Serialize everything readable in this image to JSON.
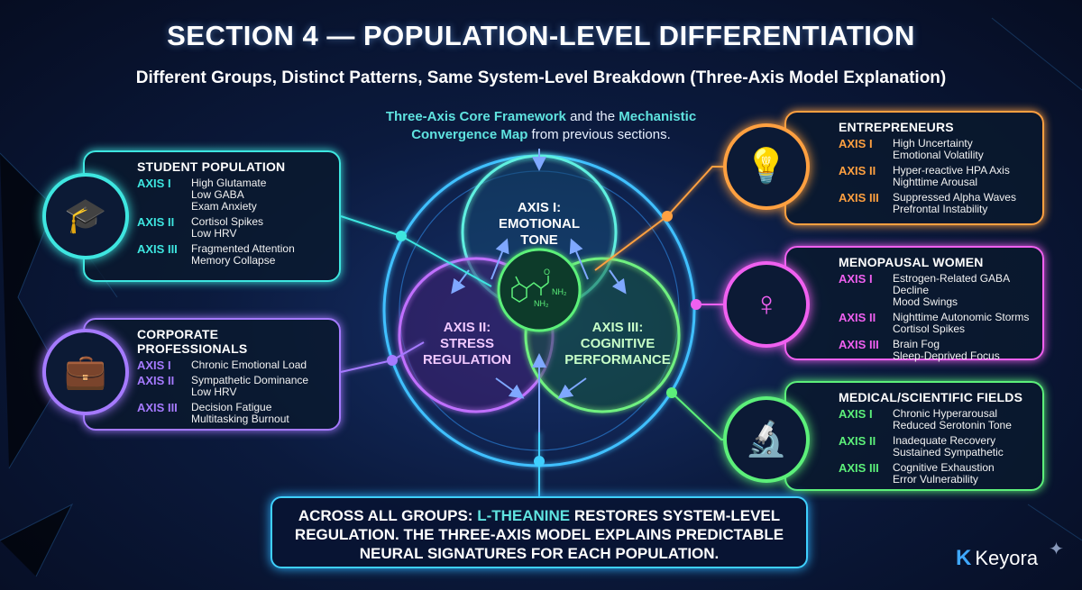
{
  "header": {
    "title": "SECTION 4 — POPULATION-LEVEL DIFFERENTIATION",
    "subtitle": "Different Groups, Distinct Patterns, Same System-Level Breakdown (Three-Axis Model Explanation)"
  },
  "intro": {
    "hl1": "Three-Axis Core Framework",
    "mid": " and the ",
    "hl2": "Mechanistic Convergence Map",
    "end": " from previous sections."
  },
  "axes": {
    "axis1": "AXIS I:\nEMOTIONAL\nTONE",
    "axis2": "AXIS II:\nSTRESS\nREGULATION",
    "axis3": "AXIS III:\nCOGNITIVE\nPERFORMANCE",
    "molecule": {
      "o": "O",
      "nh2a": "NH₂",
      "nh2b": "NH₂"
    }
  },
  "groups": [
    {
      "title": "STUDENT POPULATION",
      "color": "#3ee6e0",
      "icon": "student-icon",
      "rows": [
        {
          "axis": "AXIS I",
          "desc": "High Glutamate\nLow GABA\nExam Anxiety"
        },
        {
          "axis": "AXIS II",
          "desc": "Cortisol Spikes\nLow HRV"
        },
        {
          "axis": "AXIS III",
          "desc": "Fragmented Attention\nMemory Collapse"
        }
      ]
    },
    {
      "title": "CORPORATE PROFESSIONALS",
      "color": "#a57aff",
      "icon": "businessman-icon",
      "rows": [
        {
          "axis": "AXIS I",
          "desc": "Chronic Emotional Load"
        },
        {
          "axis": "AXIS II",
          "desc": "Sympathetic Dominance\nLow HRV"
        },
        {
          "axis": "AXIS III",
          "desc": "Decision Fatigue\nMultitasking Burnout"
        }
      ]
    },
    {
      "title": "ENTREPRENEURS",
      "color": "#ffa040",
      "icon": "entrepreneur-icon",
      "rows": [
        {
          "axis": "AXIS I",
          "desc": "High Uncertainty\nEmotional Volatility"
        },
        {
          "axis": "AXIS II",
          "desc": "Hyper-reactive HPA Axis\nNighttime Arousal"
        },
        {
          "axis": "AXIS III",
          "desc": "Suppressed Alpha Waves\nPrefrontal Instability"
        }
      ]
    },
    {
      "title": "MENOPAUSAL WOMEN",
      "color": "#f060f0",
      "icon": "woman-icon",
      "rows": [
        {
          "axis": "AXIS I",
          "desc": "Estrogen-Related GABA Decline\nMood Swings"
        },
        {
          "axis": "AXIS II",
          "desc": "Nighttime Autonomic Storms\nCortisol Spikes"
        },
        {
          "axis": "AXIS III",
          "desc": "Brain Fog\nSleep-Deprived Focus"
        }
      ]
    },
    {
      "title": "MEDICAL/SCIENTIFIC FIELDS",
      "color": "#5cf07a",
      "icon": "scientist-icon",
      "rows": [
        {
          "axis": "AXIS I",
          "desc": "Chronic Hyperarousal\nReduced Serotonin Tone"
        },
        {
          "axis": "AXIS II",
          "desc": "Inadequate Recovery\nSustained Sympathetic"
        },
        {
          "axis": "AXIS III",
          "desc": "Cognitive Exhaustion\nError Vulnerability"
        }
      ]
    }
  ],
  "footer": {
    "pre": "Across all groups: ",
    "hl": "L-Theanine",
    "post": " restores system-level regulation. The Three-Axis model explains predictable neural signatures for each population."
  },
  "brand": {
    "name": "Keyora"
  }
}
